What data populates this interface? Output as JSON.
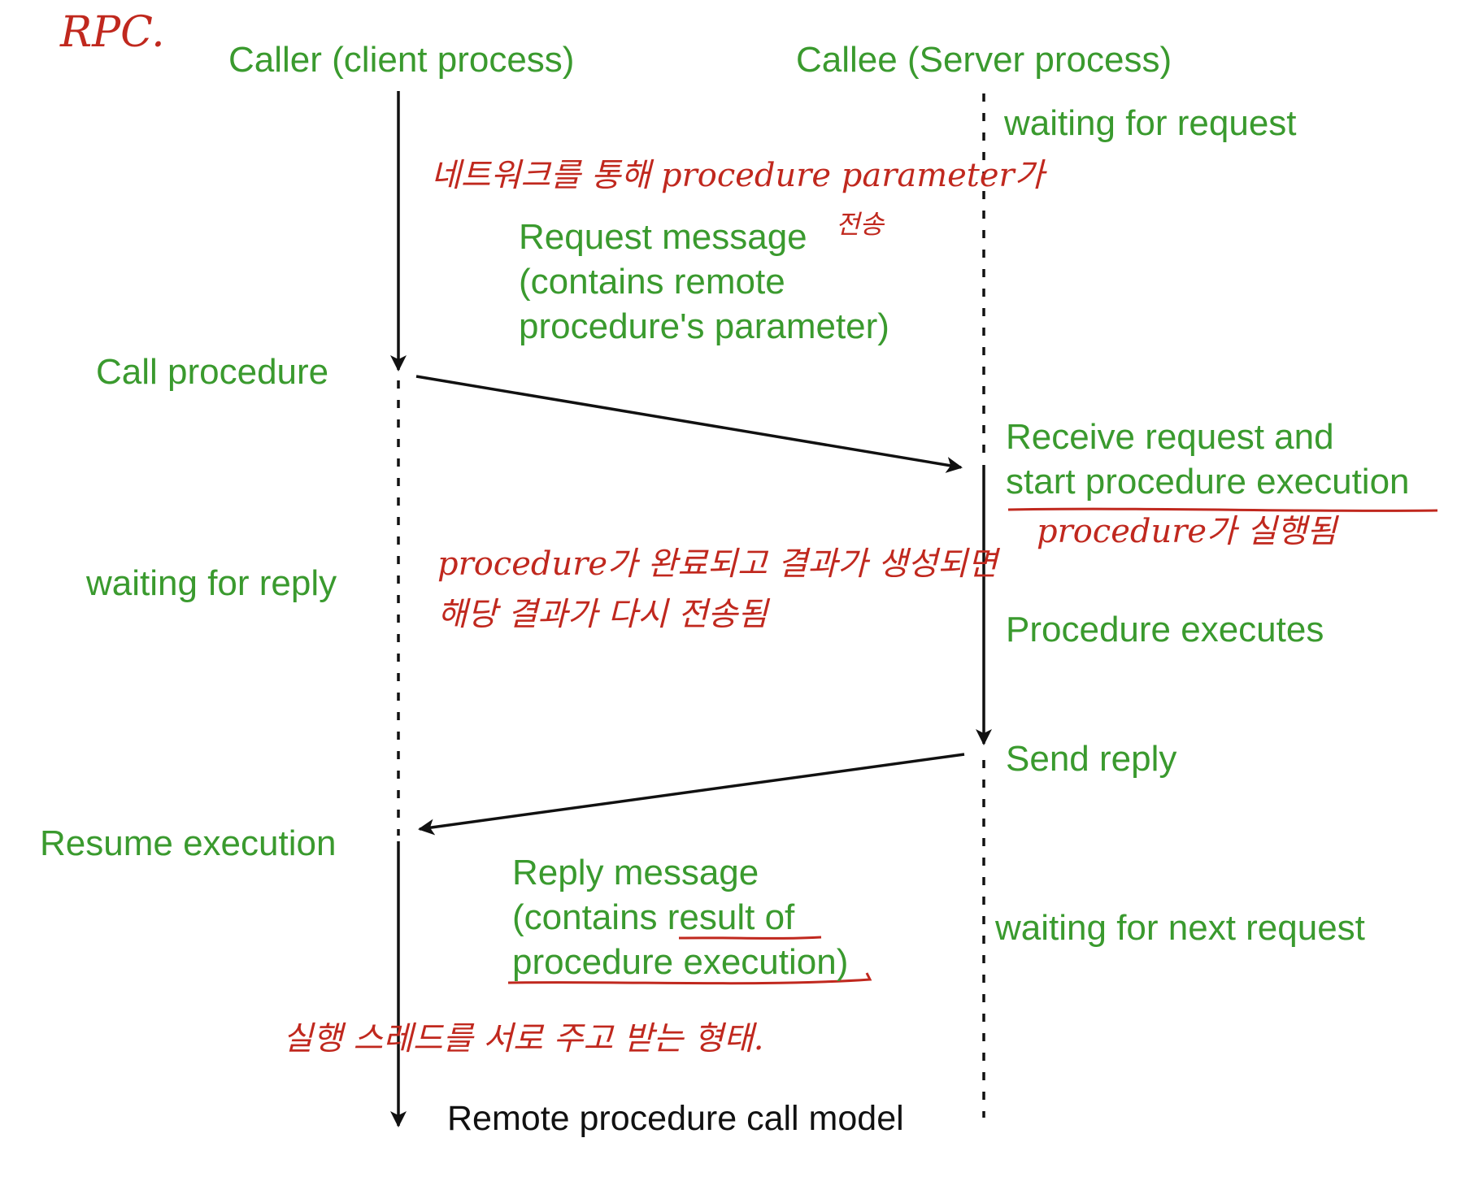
{
  "diagram": {
    "title": "Remote procedure call model",
    "lanes": {
      "caller": "Caller (client process)",
      "callee": "Callee (Server process)"
    },
    "caller_steps": {
      "call": "Call procedure",
      "waiting": "waiting for reply",
      "resume": "Resume execution"
    },
    "callee_steps": {
      "waiting_request": "waiting for request",
      "receive_line1": "Receive request and",
      "receive_line2": "start procedure execution",
      "executes": "Procedure executes",
      "send_reply": "Send reply",
      "waiting_next": "waiting for next request"
    },
    "messages": {
      "request_line1": "Request message",
      "request_line2": "(contains remote",
      "request_line3": "procedure's parameter)",
      "reply_line1": "Reply message",
      "reply_line2": "(contains result of",
      "reply_line3": "procedure execution)"
    },
    "colors": {
      "label_green": "#3a9a2e",
      "annotation_red": "#c0281e",
      "line_black": "#111111"
    }
  },
  "annotations": {
    "heading": "RPC.",
    "request_note_line1": "네트워크를 통해 procedure parameter가",
    "request_note_line2": "전송",
    "execute_note": "procedure가 실행됨",
    "reply_note_line1": "procedure가 완료되고 결과가 생성되면",
    "reply_note_line2": "해당 결과가 다시 전송됨",
    "summary_note": "실행 스레드를 서로 주고 받는 형태."
  }
}
